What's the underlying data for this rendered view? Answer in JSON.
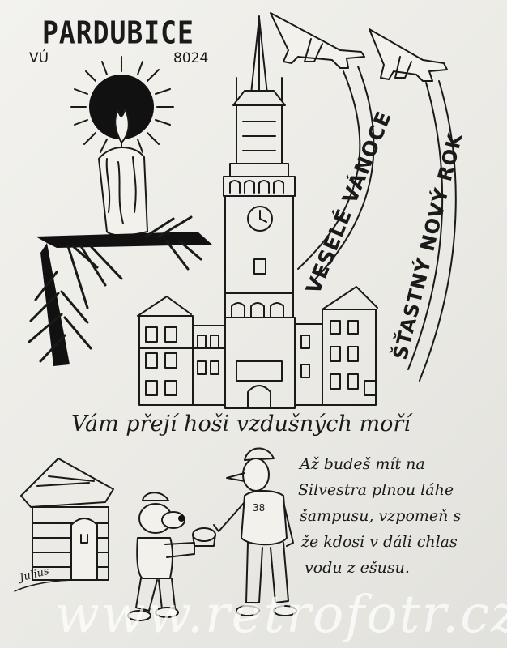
{
  "card": {
    "title": "PARDUBICE",
    "unit_label": "VÚ",
    "unit_number": "8024",
    "greeting_christmas": "VESELÉ VÁNOCE",
    "greeting_new_year": "ŠŤASTNÝ NOVÝ ROK",
    "wish_line": "Vám přejí hoši vzdušných moří",
    "verse_lines": [
      "Až budeš mít na",
      "Silvestra plnou láhe",
      "šampusu, vzpomeň s",
      "že kdosi v dáli chlas",
      "vodu z ešusu."
    ],
    "soldier_number": "38",
    "signature": "Julius",
    "watermark": "www.retrofotr.cz"
  },
  "colors": {
    "ink": "#1a1a1a",
    "paper": "#efeeea"
  },
  "icons": [
    "candle-icon",
    "sun-icon",
    "fir-branch-icon",
    "jet-plane-icon",
    "clock-icon",
    "sentry-box-icon"
  ]
}
